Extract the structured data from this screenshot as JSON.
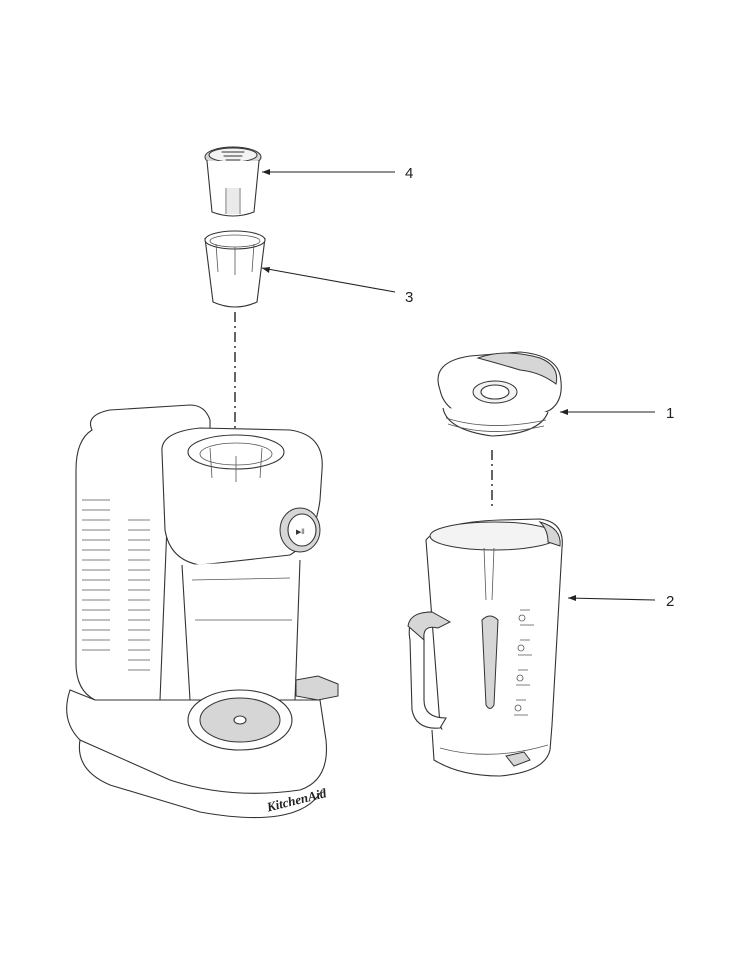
{
  "diagram": {
    "callouts": [
      {
        "id": "1",
        "label": "1",
        "part": "lid"
      },
      {
        "id": "2",
        "label": "2",
        "part": "pitcher"
      },
      {
        "id": "3",
        "label": "3",
        "part": "ice-reservoir-insert"
      },
      {
        "id": "4",
        "label": "4",
        "part": "reservoir-cap"
      }
    ],
    "brand_mark": "KitchenAid",
    "colors": {
      "line": "#333333",
      "shade": "#d6d6d6",
      "background": "#ffffff"
    }
  }
}
